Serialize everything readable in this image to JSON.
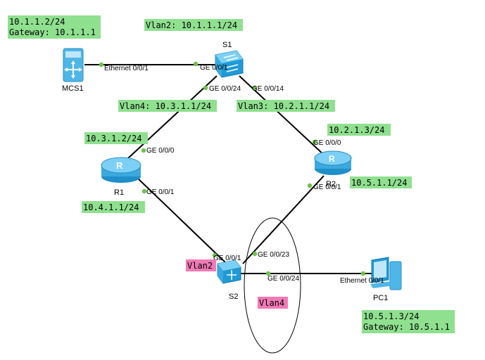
{
  "colors": {
    "label_green": "#8fe08f",
    "label_pink": "#f07ab6",
    "device_blue": "#4fb6e8",
    "port_dot": "#6cc24a"
  },
  "devices": {
    "mcs1": {
      "name": "MCS1",
      "icon": "server-icon"
    },
    "s1": {
      "name": "S1",
      "icon": "switch-icon"
    },
    "r1": {
      "name": "R1",
      "icon": "router-icon"
    },
    "r2": {
      "name": "R2",
      "icon": "router-icon"
    },
    "s2": {
      "name": "S2",
      "icon": "switch-icon"
    },
    "pc1": {
      "name": "PC1",
      "icon": "pc-icon"
    }
  },
  "ports": {
    "mcs1_eth": "Ethernet 0/0/1",
    "s1_ge001": "GE 0/0/1",
    "s1_ge0024": "GE 0/0/24",
    "s1_ge0014": "GE 0/0/14",
    "r1_ge000": "GE 0/0/0",
    "r1_ge001": "GE 0/0/1",
    "r2_ge000": "GE 0/0/0",
    "r2_ge001": "GE 0/0/1",
    "s2_ge001": "GE 0/0/1",
    "s2_ge0023": "GE 0/0/23",
    "s2_ge0024": "GE 0/0/24",
    "pc1_eth": "Ethernet 0/0/1"
  },
  "labels": {
    "mcs1_ip": "10.1.1.2/24",
    "mcs1_gw": "Gateway: 10.1.1.1",
    "vlan2_s1": "Vlan2: 10.1.1.1/24",
    "vlan4_s1": "Vlan4: 10.3.1.1/24",
    "vlan3_s1": "Vlan3: 10.2.1.1/24",
    "r1_ge000_ip": "10.3.1.2/24",
    "r1_ge001_ip": "10.4.1.1/24",
    "r2_ge000_ip": "10.2.1.3/24",
    "r2_ge001_ip": "10.5.1.1/24",
    "s2_vlan2": "Vlan2",
    "s2_vlan4": "Vlan4",
    "pc1_ip": "10.5.1.3/24",
    "pc1_gw": "Gateway: 10.5.1.1"
  }
}
